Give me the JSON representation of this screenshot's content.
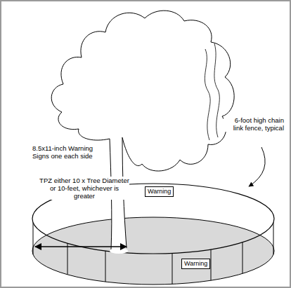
{
  "diagram": {
    "nodes": [
      {
        "text": [
          "Warning"
        ]
      },
      {
        "text": [
          "Warning"
        ]
      }
    ],
    "labels": [
      "8.5x11-inch Warning Signs one each side",
      "TPZ either 10 x Tree Diameter or 10-feet, whichever is greater",
      "6-foot high chain link fence, typical"
    ]
  }
}
